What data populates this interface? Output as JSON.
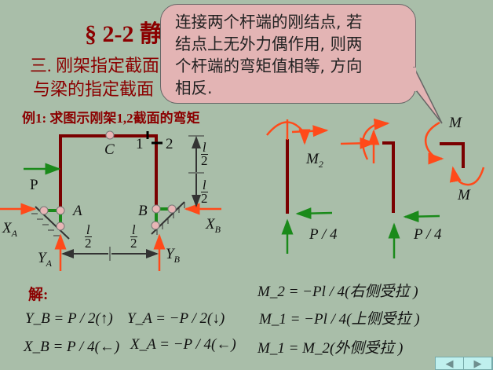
{
  "title": "§ 2-2 静",
  "section_line1": "三. 刚架指定截面",
  "section_line2": "与梁的指定截面",
  "example": "例1: 求图示刚架1,2截面的弯矩",
  "callout": [
    "连接两个杆端的刚结点, 若",
    "结点上无外力偶作用, 则两",
    "个杆端的弯矩值相等, 方向",
    "相反."
  ],
  "diagram": {
    "C": "C",
    "sec1": "1",
    "sec2": "2",
    "P": "P",
    "A": "A",
    "B": "B",
    "XA": "X",
    "XA_sub": "A",
    "YA": "Y",
    "YA_sub": "A",
    "XB": "X",
    "XB_sub": "B",
    "YB": "Y",
    "YB_sub": "B",
    "l": "l",
    "two": "2"
  },
  "free_body": {
    "M2": "M",
    "M2_sub": "2",
    "P4_left": "P / 4",
    "P4_right": "P / 4",
    "M_top": "M",
    "M_bottom": "M"
  },
  "solution": {
    "label": "解:",
    "eq1": "Y_B = P / 2(↑)",
    "eq2": "Y_A = −P / 2(↓)",
    "eq3": "X_B = P / 4(←)",
    "eq4": "X_A = −P / 4(←)",
    "eq5": "M_2 = −Pl / 4(右侧受拉 )",
    "eq6": "M_1 = −Pl / 4(上侧受拉 )",
    "eq7": "M_1 = M_2(外侧受拉 )"
  },
  "nav": {
    "prev": "◀",
    "next": "▶"
  },
  "colors": {
    "title": "#8b0000",
    "frame": "#7a0000",
    "load": "#1a8a1a",
    "reaction": "#ff4a1a",
    "callout": "#e3b4b4",
    "background": "#a9bea9"
  }
}
